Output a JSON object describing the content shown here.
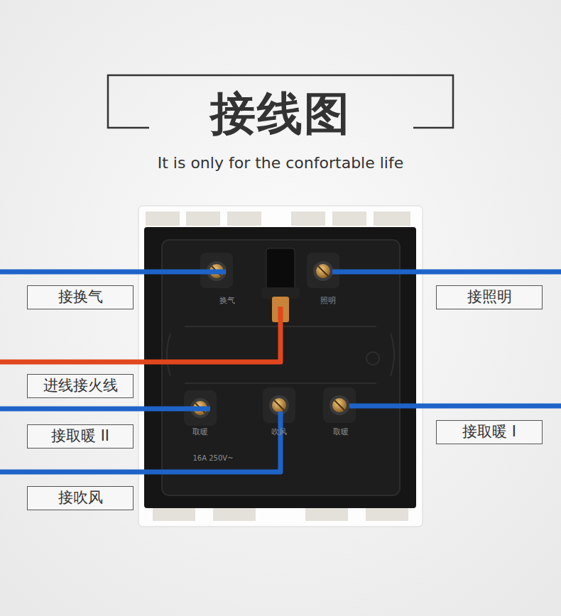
{
  "diagram": {
    "title": "接线图",
    "nodes": [
      {
        "text": [
          "接换气"
        ]
      },
      {
        "text": [
          "接照明"
        ]
      },
      {
        "text": [
          "进线接火线"
        ]
      },
      {
        "text": [
          "接取暖 II"
        ]
      },
      {
        "text": [
          "接取暖 I"
        ]
      },
      {
        "text": [
          "接吹风"
        ]
      }
    ],
    "labels": [
      "It is only for the confortable life",
      "换气",
      "照明",
      "取暖",
      "吹风",
      "取暖",
      "16A 250V~"
    ]
  }
}
